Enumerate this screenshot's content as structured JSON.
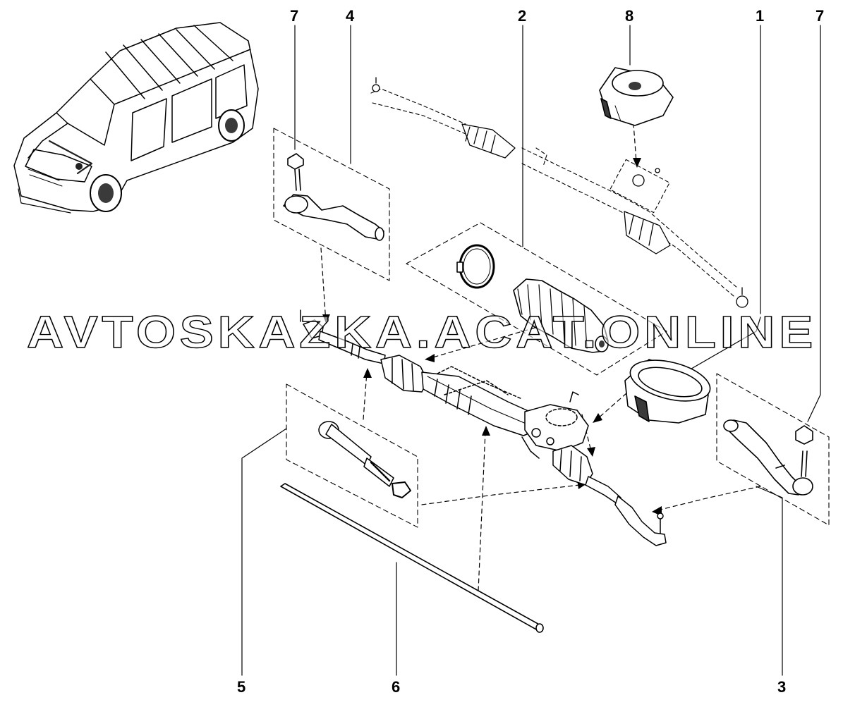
{
  "callouts": {
    "c1": "1",
    "c2": "2",
    "c3": "3",
    "c4": "4",
    "c5": "5",
    "c6": "6",
    "c7a": "7",
    "c7b": "7",
    "c8": "8"
  },
  "watermark": {
    "text": "AVTOSKAZKA.ACAT.ONLINE"
  },
  "colors": {
    "line": "#000000",
    "background": "#ffffff",
    "fill": "#ffffff",
    "shade": "#3a3a3a"
  }
}
